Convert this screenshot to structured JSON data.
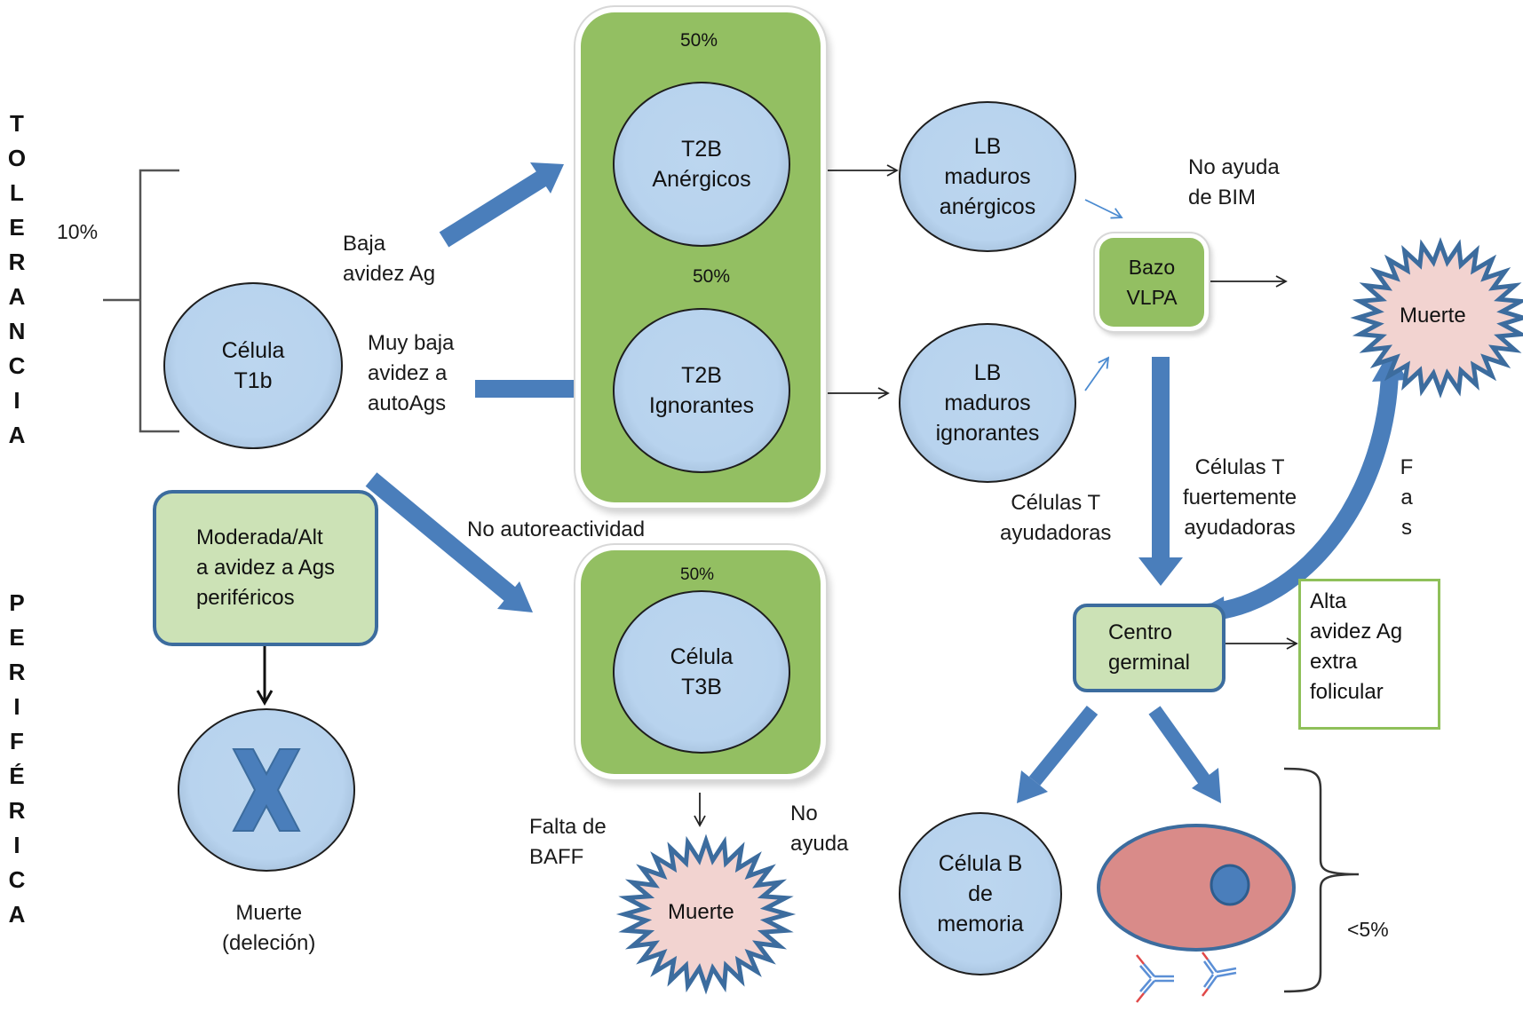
{
  "side_labels": {
    "top": [
      "T",
      "O",
      "L",
      "E",
      "R",
      "A",
      "N",
      "C",
      "I",
      "A"
    ],
    "bottom": [
      "P",
      "E",
      "R",
      "I",
      "F",
      "É",
      "R",
      "I",
      "C",
      "A"
    ]
  },
  "bracket_left": {
    "label": "10%"
  },
  "cells": {
    "t1b": [
      "Célula",
      "T1b"
    ],
    "t2b_anergic": [
      "T2B",
      "Anérgicos"
    ],
    "t2b_ignorant": [
      "T2B",
      "Ignorantes"
    ],
    "t3b": [
      "Célula",
      "T3B"
    ],
    "lb_anergic": [
      "LB",
      "maduros",
      "anérgicos"
    ],
    "lb_ignorant": [
      "LB",
      "maduros",
      "ignorantes"
    ],
    "memory_b": [
      "Célula B",
      "de",
      "memoria"
    ]
  },
  "panels": {
    "top_pct_1": "50%",
    "top_pct_2": "50%",
    "bottom_pct": "50%"
  },
  "edge_labels": {
    "low_avidity": [
      "Baja",
      "avidez Ag"
    ],
    "very_low_avidity": [
      "Muy baja",
      "avidez a",
      "autoAgs"
    ],
    "no_autoreactivity": "No autoreactividad",
    "no_bim_help": [
      "No ayuda",
      "de BIM"
    ],
    "t_helper": [
      "Células T",
      "ayudadoras"
    ],
    "t_strong_helper": [
      "Células T",
      "fuertemente",
      "ayudadoras"
    ],
    "fas": [
      "F",
      "a",
      "s"
    ],
    "baff_lack": [
      "Falta de",
      "BAFF"
    ],
    "no_help": [
      "No",
      "ayuda"
    ]
  },
  "boxes": {
    "moderate_high": [
      "Moderada/Alt",
      "a avidez a Ags",
      "periféricos"
    ],
    "spleen": [
      "Bazo",
      "VLPA"
    ],
    "germinal_center": [
      "Centro",
      "germinal"
    ],
    "extrafollicular": [
      "Alta",
      "avidez Ag",
      "extra",
      "folicular"
    ]
  },
  "deaths": {
    "spleen_death": "Muerte",
    "t3b_death": "Muerte",
    "deletion": [
      "Muerte",
      "(deleción)"
    ]
  },
  "bracket_right": {
    "label": "<5%"
  },
  "colors": {
    "arrow_blue": "#4a7ebb",
    "panel_green": "#93bf62",
    "cell_blue": "#b9d3ee",
    "light_green": "#cce2b6",
    "burst_pink": "#f2d3d0",
    "plasma_pink": "#d98b89",
    "outline_blue": "#3c6c9e"
  }
}
